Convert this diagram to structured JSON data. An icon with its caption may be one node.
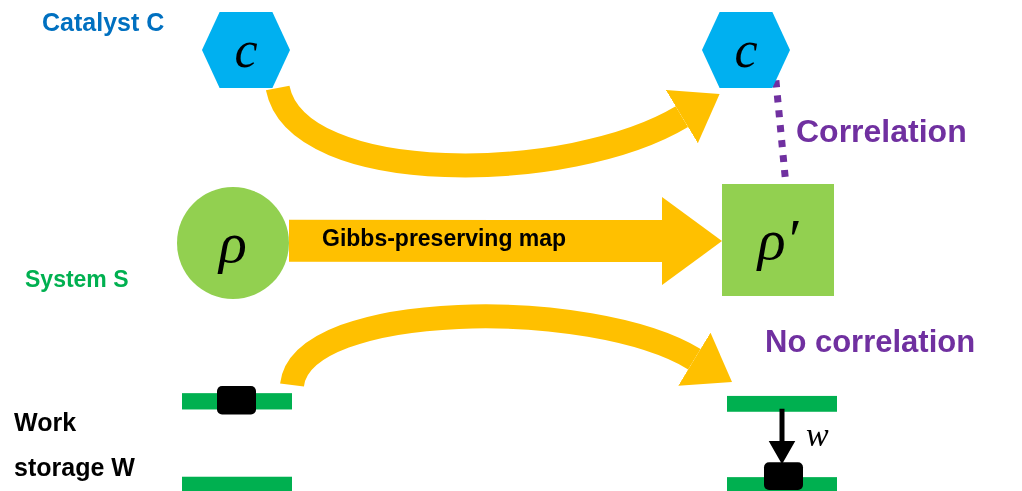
{
  "diagram": {
    "nodes": [
      {
        "text": [
          "c"
        ],
        "beside": [
          "Catalyst C"
        ]
      },
      {
        "text": [
          "ρ"
        ],
        "beside": [
          "System S"
        ]
      },
      {
        "text": [],
        "shape": "bar",
        "beside": [
          "Work storage W"
        ]
      },
      {
        "text": [
          "c"
        ]
      },
      {
        "text": [
          "ρ′"
        ]
      },
      {
        "text": [],
        "shape": "bar"
      }
    ],
    "edges": [
      {
        "from": 0,
        "to": 3,
        "arrow": "to"
      },
      {
        "from": 1,
        "to": 4,
        "arrow": "to",
        "label": "Gibbs-preserving map"
      },
      {
        "from": 2,
        "to": 5,
        "arrow": "to"
      },
      {
        "from": 3,
        "to": 4,
        "arrow": "none",
        "style": "dashed",
        "color": "#7030a0",
        "label": "Correlation"
      }
    ],
    "labels": [
      "No correlation",
      "w"
    ]
  }
}
